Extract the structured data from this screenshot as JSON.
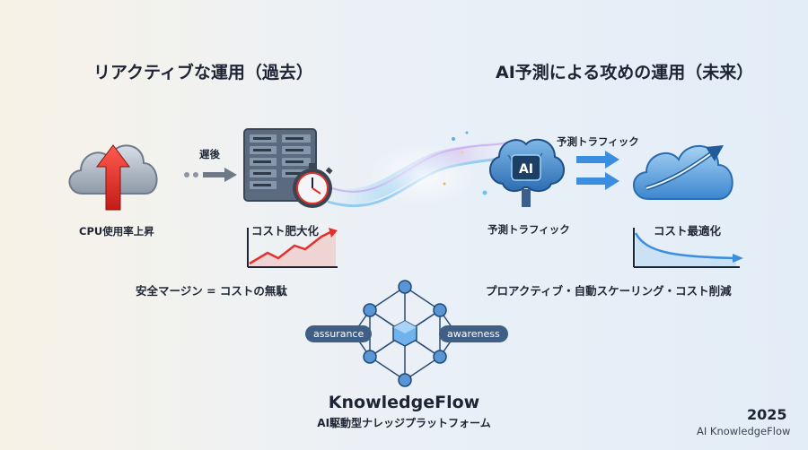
{
  "left": {
    "title": "リアクティブな運用（過去）",
    "delay_label": "遅後",
    "cpu_label": "CPU使用率上昇",
    "cost_label": "コスト肥大化",
    "footer": "安全マージン = コストの無駄"
  },
  "right": {
    "title": "AI予測による攻めの運用（未来）",
    "traffic_top_label": "予測トラフィック",
    "ai_badge": "AI",
    "traffic_label": "予測トラフィック",
    "cost_opt_label": "コスト最適化",
    "footer": "プロアクティブ・自動スケーリング・コスト削減"
  },
  "center": {
    "pill_left": "assurance",
    "pill_right": "awareness",
    "brand": "KnowledgeFlow",
    "brand_sub": "AI駆動型ナレッジプラットフォーム"
  },
  "corner": {
    "year": "2025",
    "name": "AI KnowledgeFlow"
  },
  "colors": {
    "accent_blue": "#3b8de0",
    "alert_red": "#e0322b",
    "dark_navy": "#1d2433"
  }
}
